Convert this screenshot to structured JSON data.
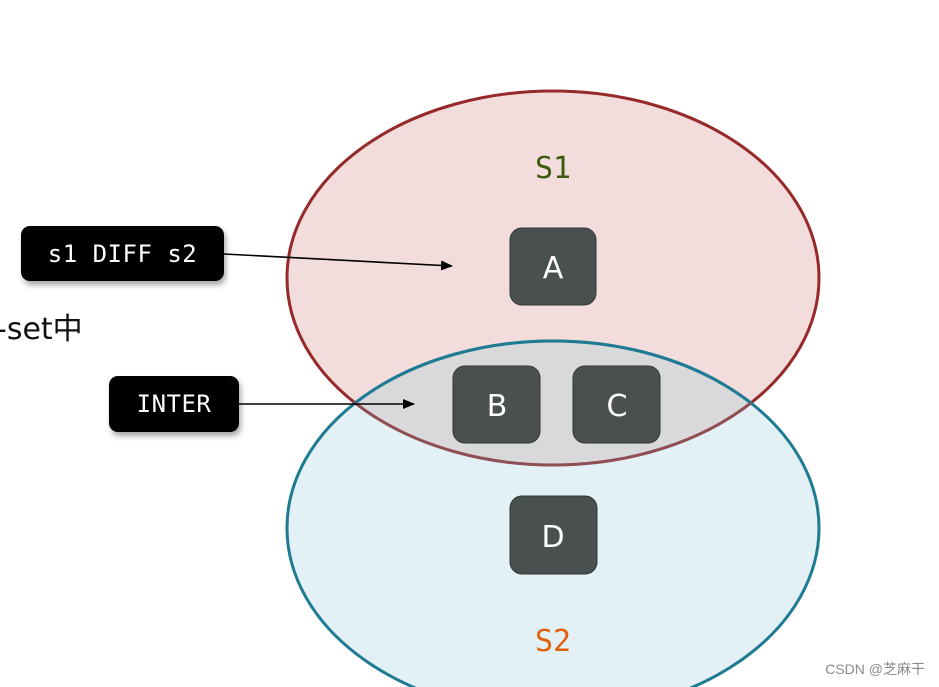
{
  "diagram": {
    "title": "Set intersection and difference",
    "sets": [
      {
        "id": "s1",
        "label": "S1",
        "label_color": "#3d5a0e",
        "fill": "#f2dcdc",
        "stroke": "#962a2a",
        "elements": [
          "A"
        ]
      },
      {
        "id": "s2",
        "label": "S2",
        "label_color": "#e0620e",
        "fill": "#e3f1f7",
        "stroke": "#1f7b93",
        "elements": [
          "D"
        ]
      }
    ],
    "intersection": {
      "fill": "#d9d8da",
      "stroke": "#8e4e52",
      "elements": [
        "B",
        "C"
      ]
    },
    "element_style": {
      "fill": "#4a5050",
      "text_color": "#ffffff"
    },
    "callouts": [
      {
        "id": "diff",
        "text": "s1 DIFF s2",
        "points_to": "A region (S1 only)"
      },
      {
        "id": "inter",
        "text": "INTER",
        "points_to": "intersection B, C"
      }
    ],
    "side_text": "-set中"
  },
  "watermark": "CSDN @芝麻干"
}
